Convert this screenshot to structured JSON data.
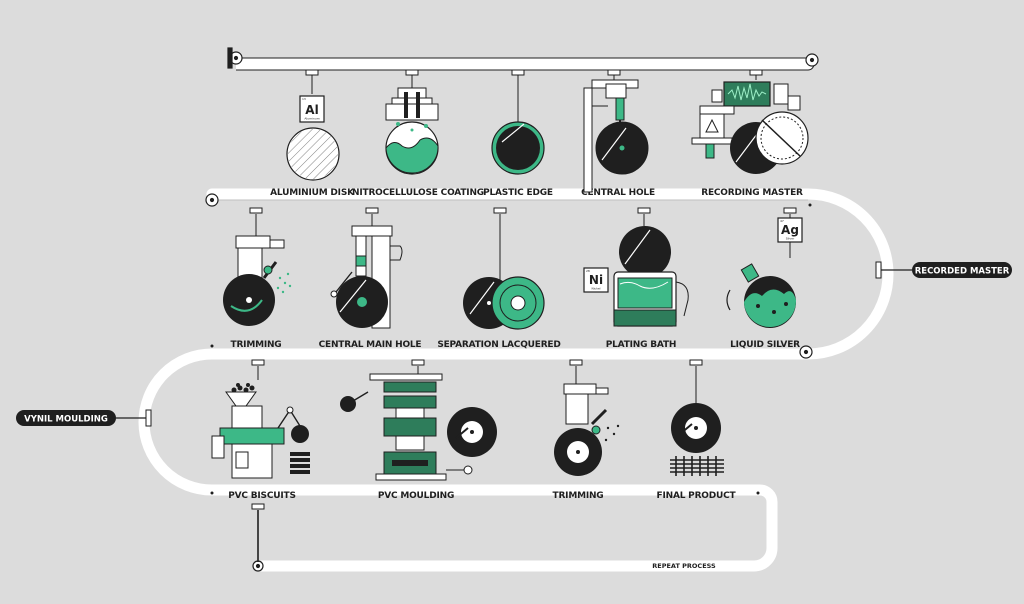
{
  "colors": {
    "background": "#dcdcdc",
    "track": "#ffffff",
    "ink": "#1f1f1f",
    "accent": "#3db887",
    "accent_dark": "#2e7d5b"
  },
  "row1": {
    "labels": [
      "ALUMINIUM DISK",
      "NITROCELLULOSE COATING",
      "PLASTIC EDGE",
      "CENTRAL HOLE",
      "RECORDING MASTER"
    ],
    "aluminium_element": {
      "symbol": "Al",
      "name": "Aluminum",
      "number": "13"
    }
  },
  "row2": {
    "labels": [
      "TRIMMING",
      "CENTRAL MAIN HOLE",
      "SEPARATION LACQUERED",
      "PLATING BATH",
      "LIQUID SILVER"
    ],
    "nickel_element": {
      "symbol": "Ni",
      "name": "Nickel",
      "number": "28"
    },
    "silver_element": {
      "symbol": "Ag",
      "name": "Silver",
      "number": "47"
    }
  },
  "row3": {
    "labels": [
      "PVC BISCUITS",
      "PVC MOULDING",
      "TRIMMING",
      "FINAL PRODUCT"
    ]
  },
  "tags": {
    "recorded_master": "RECORDED MASTER",
    "vynil_moulding": "VYNIL MOULDING"
  },
  "repeat_label": "REPEAT PROCESS",
  "icons": [
    "aluminium-disk-icon",
    "coating-machine-icon",
    "plastic-edge-disk-icon",
    "drill-press-icon",
    "recording-lathe-icon",
    "trimming-machine-icon",
    "hole-punch-icon",
    "lacquer-disks-icon",
    "plating-bath-icon",
    "silver-spray-icon",
    "pvc-extruder-icon",
    "hydraulic-press-icon",
    "trimming-machine-icon",
    "vinyl-record-icon"
  ]
}
